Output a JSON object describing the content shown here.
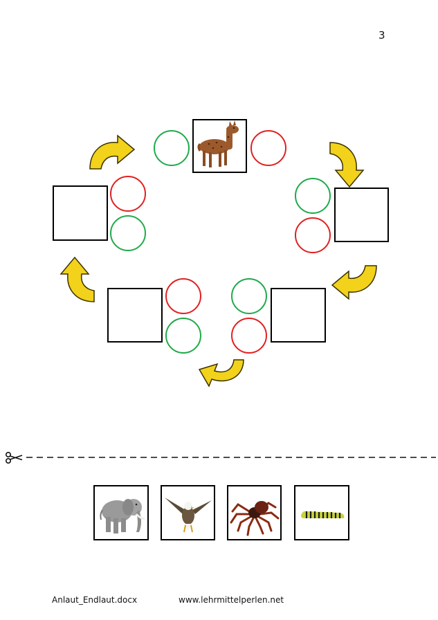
{
  "page": {
    "number": "3"
  },
  "footer": {
    "filename": "Anlaut_Endlaut.docx",
    "website": "www.lehrmittelperlen.net"
  },
  "colors": {
    "start_ring": "#1faa4a",
    "end_ring": "#e02020",
    "arrow_fill": "#f2d21a",
    "arrow_stroke": "#3a3000"
  },
  "circle_slots": [
    {
      "picture": "llama-icon",
      "rings": [
        "green",
        "red"
      ]
    },
    {
      "picture": "",
      "rings": [
        "green",
        "red"
      ]
    },
    {
      "picture": "",
      "rings": [
        "green",
        "red"
      ]
    },
    {
      "picture": "",
      "rings": [
        "red",
        "green"
      ]
    },
    {
      "picture": "",
      "rings": [
        "red",
        "green"
      ]
    }
  ],
  "cutout_cards": [
    "elephant-icon",
    "eagle-icon",
    "spider-icon",
    "caterpillar-icon"
  ],
  "icons": {
    "cut_line": "scissors-icon",
    "arrows": "curved-arrow-icon"
  }
}
